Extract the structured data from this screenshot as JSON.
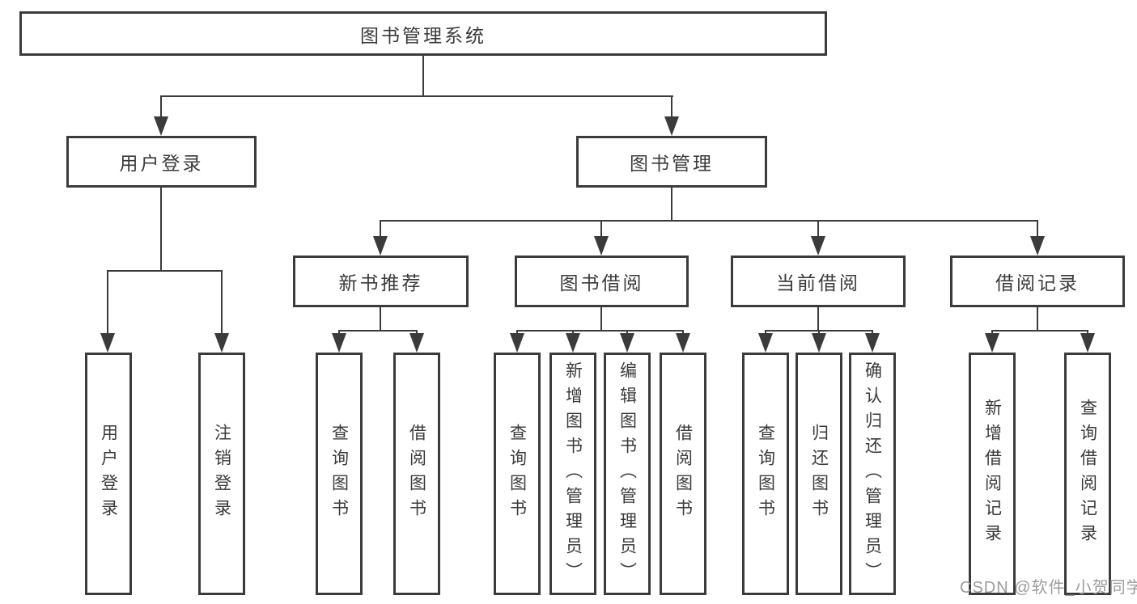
{
  "tree": {
    "root": {
      "label": "图书管理系统",
      "children": [
        {
          "label": "用户登录",
          "children": [
            {
              "label": "用户登录"
            },
            {
              "label": "注销登录"
            }
          ]
        },
        {
          "label": "图书管理",
          "children": [
            {
              "label": "新书推荐",
              "children": [
                {
                  "label": "查询图书"
                },
                {
                  "label": "借阅图书"
                }
              ]
            },
            {
              "label": "图书借阅",
              "children": [
                {
                  "label": "查询图书"
                },
                {
                  "label": "新增图书（管理员）"
                },
                {
                  "label": "编辑图书（管理员）"
                },
                {
                  "label": "借阅图书"
                }
              ]
            },
            {
              "label": "当前借阅",
              "children": [
                {
                  "label": "查询图书"
                },
                {
                  "label": "归还图书"
                },
                {
                  "label": "确认归还（管理员）"
                }
              ]
            },
            {
              "label": "借阅记录",
              "children": [
                {
                  "label": "新增借阅记录"
                },
                {
                  "label": "查询借阅记录"
                }
              ]
            }
          ]
        }
      ]
    }
  },
  "watermark": {
    "text": "CSDN @软件_小贺同学"
  },
  "colors": {
    "line": "#3b3b3b",
    "text": "#3a3a3a",
    "watermark": "#9c9c9c",
    "background": "#ffffff"
  }
}
